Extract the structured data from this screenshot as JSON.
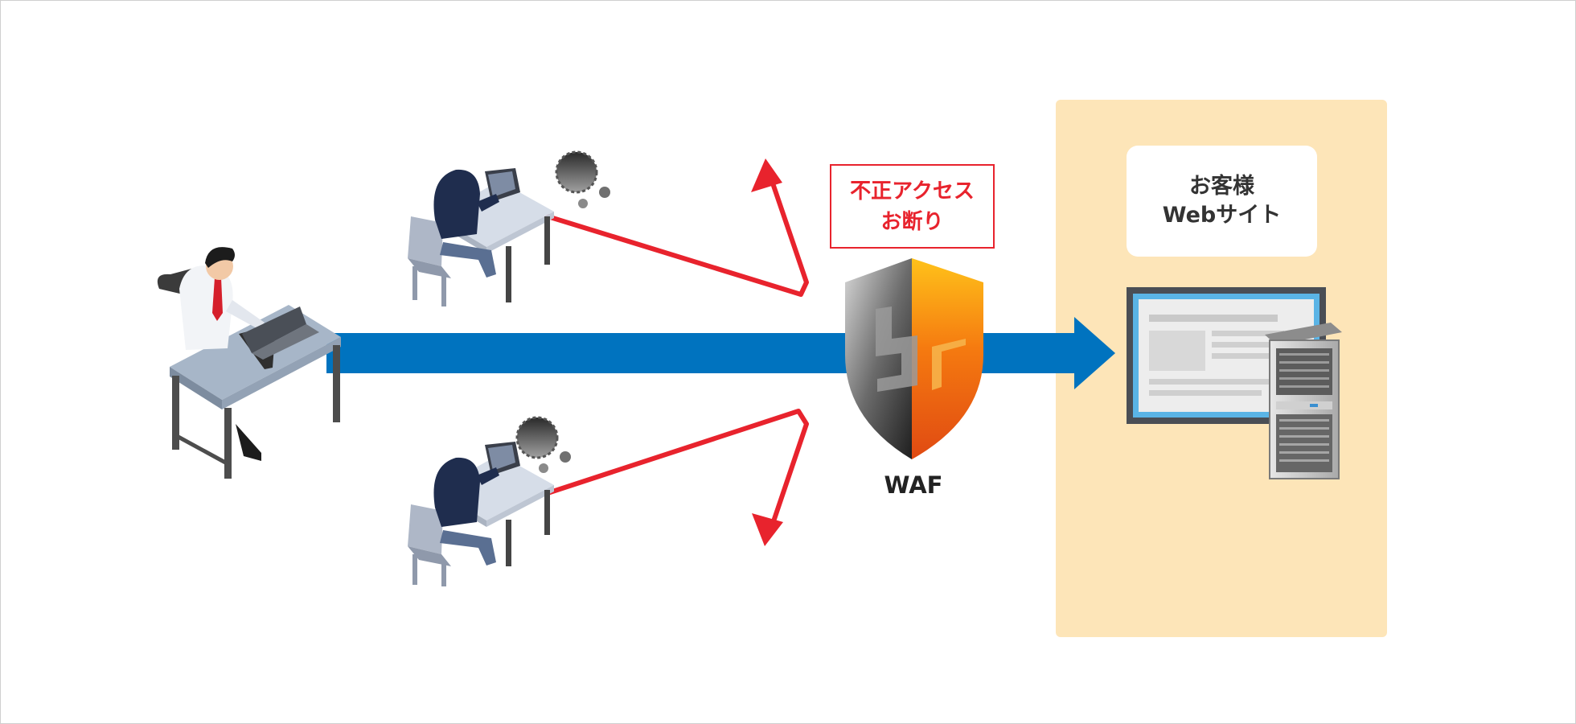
{
  "labels": {
    "blocked_line1": "不正アクセス",
    "blocked_line2": "お断り",
    "site_line1": "お客様",
    "site_line2": "Webサイト",
    "waf": "WAF"
  },
  "colors": {
    "legit_flow": "#0073bf",
    "attack_flow": "#e8232d",
    "site_zone": "#fde5b8",
    "shield_left": "#4a4a4a",
    "shield_right": "#ef6a12"
  },
  "icons": [
    "legit-user-icon",
    "attacker-icon",
    "thought-bubble-icon",
    "waf-shield-icon",
    "web-monitor-icon",
    "server-icon"
  ]
}
